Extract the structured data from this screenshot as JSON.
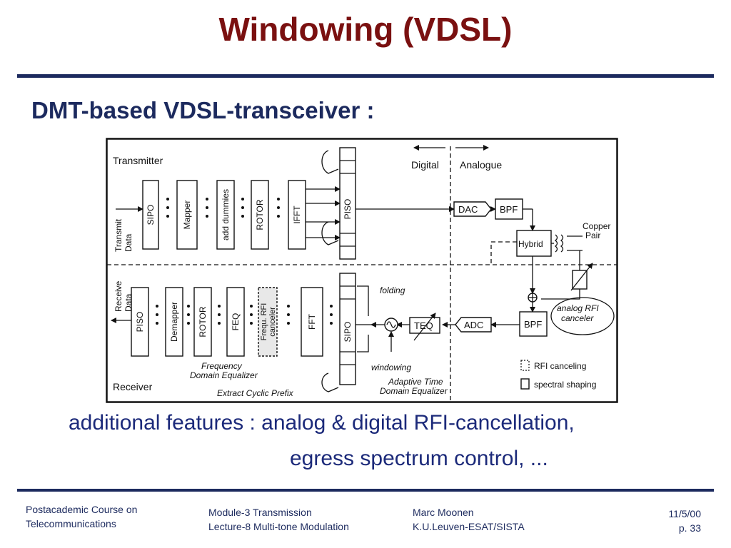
{
  "slide": {
    "title": "Windowing (VDSL)",
    "subtitle": "DMT-based VDSL-transceiver :",
    "features_line1": "additional features : analog & digital RFI-cancellation,",
    "features_line2": "egress spectrum control, ..."
  },
  "diagram": {
    "transmitter_label": "Transmitter",
    "receiver_label": "Receiver",
    "digital_label": "Digital",
    "analogue_label": "Analogue",
    "transmit_data_1": "Transmit",
    "transmit_data_2": "Data",
    "receive_data_1": "Receive",
    "receive_data_2": "Data",
    "tx_blocks": {
      "sipo": "SIPO",
      "mapper": "Mapper",
      "add_dummies": "add dummies",
      "rotor": "ROTOR",
      "ifft": "IFFT",
      "piso": "PISO"
    },
    "rx_blocks": {
      "piso": "PISO",
      "demapper": "Demapper",
      "rotor": "ROTOR",
      "feq": "FEQ",
      "rfi1": "Frequ. RFI",
      "rfi2": "canceler",
      "fft": "FFT",
      "sipo": "SIPO"
    },
    "dac": "DAC",
    "adc": "ADC",
    "bpf": "BPF",
    "hybrid": "Hybrid",
    "teq": "TEQ",
    "copper_1": "Copper",
    "copper_2": "Pair",
    "analog_rfi_1": "analog RFI",
    "analog_rfi_2": "canceler",
    "folding": "folding",
    "windowing": "windowing",
    "feq_cap_1": "Frequency",
    "feq_cap_2": "Domain Equalizer",
    "teq_cap_1": "Adaptive Time",
    "teq_cap_2": "Domain Equalizer",
    "cyclic_prefix": "Extract Cyclic Prefix",
    "legend_rfi": "RFI canceling",
    "legend_spectral": "spectral shaping"
  },
  "footer": {
    "course_1": "Postacademic Course on",
    "course_2": "Telecommunications",
    "module_1": "Module-3  Transmission",
    "module_2": "Lecture-8  Multi-tone Modulation",
    "author_1": "Marc Moonen",
    "author_2": "K.U.Leuven-ESAT/SISTA",
    "date": "11/5/00",
    "page": "p. 33"
  }
}
